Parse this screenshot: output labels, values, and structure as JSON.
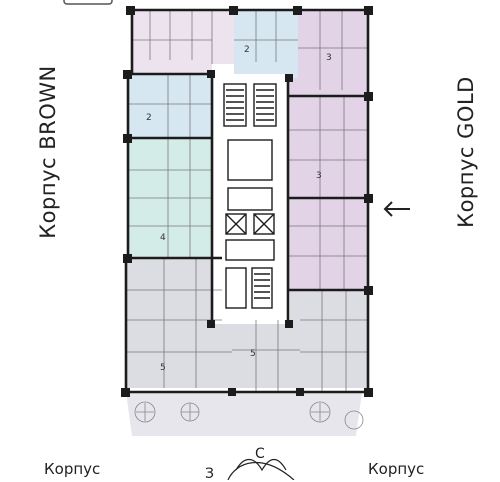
{
  "labels": {
    "left_building": "Корпус BROWN",
    "right_building": "Корпус GOLD",
    "bottom_left": "Корпус",
    "bottom_right": "Корпус"
  },
  "compass": {
    "north": "С",
    "west": "З"
  },
  "colors": {
    "pink": "#ece3ee",
    "purple": "#e2d3e7",
    "blue": "#d6e7f2",
    "teal": "#d3ece7",
    "gray": "#dcdce3",
    "wall": "#1c1c1c"
  },
  "apartments": [
    {
      "id": "apt-top-left",
      "rooms": "",
      "color": "pink"
    },
    {
      "id": "apt-top-center",
      "rooms": "2",
      "color": "blue"
    },
    {
      "id": "apt-top-right",
      "rooms": "3",
      "color": "purple"
    },
    {
      "id": "apt-left-blue",
      "rooms": "2",
      "color": "blue"
    },
    {
      "id": "apt-left-teal",
      "rooms": "4",
      "color": "teal"
    },
    {
      "id": "apt-right-upper",
      "rooms": "3",
      "color": "purple"
    },
    {
      "id": "apt-right-lower",
      "rooms": "",
      "color": "purple"
    },
    {
      "id": "apt-bottom-left",
      "rooms": "5",
      "color": "gray"
    },
    {
      "id": "apt-bottom-center",
      "rooms": "5",
      "color": "gray"
    },
    {
      "id": "apt-bottom-right",
      "rooms": "",
      "color": "gray"
    }
  ]
}
